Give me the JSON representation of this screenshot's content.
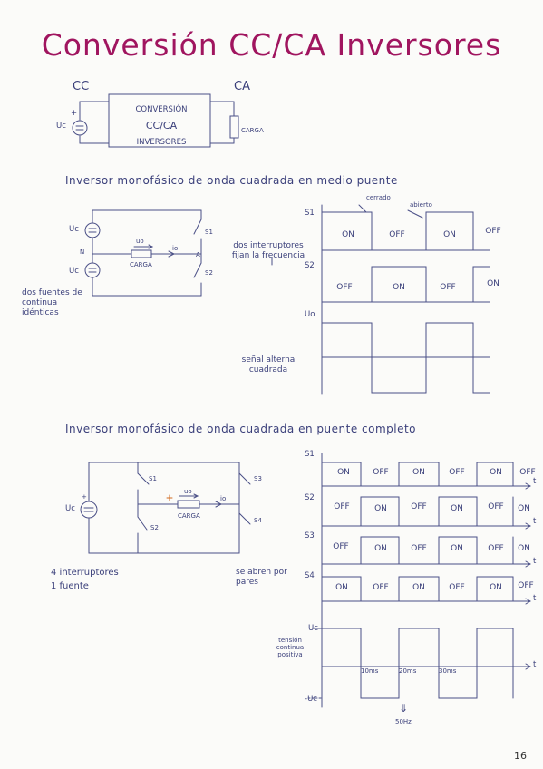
{
  "title": "Conversión CC/CA Inversores",
  "block": {
    "cc": "CC",
    "ca": "CA",
    "source": "Uc",
    "plus": "+",
    "box": [
      "CONVERSIÓN",
      "CC/CA",
      "INVERSORES"
    ],
    "load": "CARGA"
  },
  "half_bridge": {
    "heading": "Inversor monofásico de onda cuadrada en medio puente",
    "upper_source": "Uc",
    "lower_source": "Uc",
    "node_n": "N",
    "node_a": "A",
    "s1": "S1",
    "s2": "S2",
    "uo": "uo",
    "io": "io",
    "load": "CARGA",
    "note_sources": "dos fuentes de continua idénticas",
    "note_switches": "dos interruptores fijan la frecuencia",
    "note_arrow": "↓",
    "note_cerrado": "cerrado",
    "note_abierto": "abierto",
    "note_signal": "señal alterna cuadrada",
    "wave_labels": {
      "s1": "S1",
      "s2": "S2",
      "uo": "Uo"
    },
    "s1_states": [
      "ON",
      "OFF",
      "ON",
      "OFF"
    ],
    "s2_states": [
      "OFF",
      "ON",
      "OFF",
      "ON"
    ]
  },
  "full_bridge": {
    "heading": "Inversor monofásico de onda cuadrada en puente completo",
    "source": "Uc",
    "s1": "S1",
    "s2": "S2",
    "s3": "S3",
    "s4": "S4",
    "uo": "uo",
    "io": "io",
    "load": "CARGA",
    "plus": "+",
    "note_count": [
      "4 interruptores",
      "1 fuente"
    ],
    "note_pairs": "se abren por pares",
    "wave_labels": {
      "s1": "S1",
      "s2": "S2",
      "s3": "S3",
      "s4": "S4",
      "uc": "Uc",
      "neg_uc": "-Uc",
      "t": "t"
    },
    "s1_states": [
      "ON",
      "OFF",
      "ON",
      "OFF",
      "ON",
      "OFF"
    ],
    "s2_states": [
      "OFF",
      "ON",
      "OFF",
      "ON",
      "OFF",
      "ON"
    ],
    "s3_states": [
      "OFF",
      "ON",
      "OFF",
      "ON",
      "OFF",
      "ON"
    ],
    "s4_states": [
      "ON",
      "OFF",
      "ON",
      "OFF",
      "ON",
      "OFF"
    ],
    "note_tension": "tensión continua positiva",
    "periods": [
      "10ms",
      "20ms",
      "30ms"
    ],
    "freq": "50Hz",
    "freq_arrow": "⇓"
  },
  "page_number": "16"
}
